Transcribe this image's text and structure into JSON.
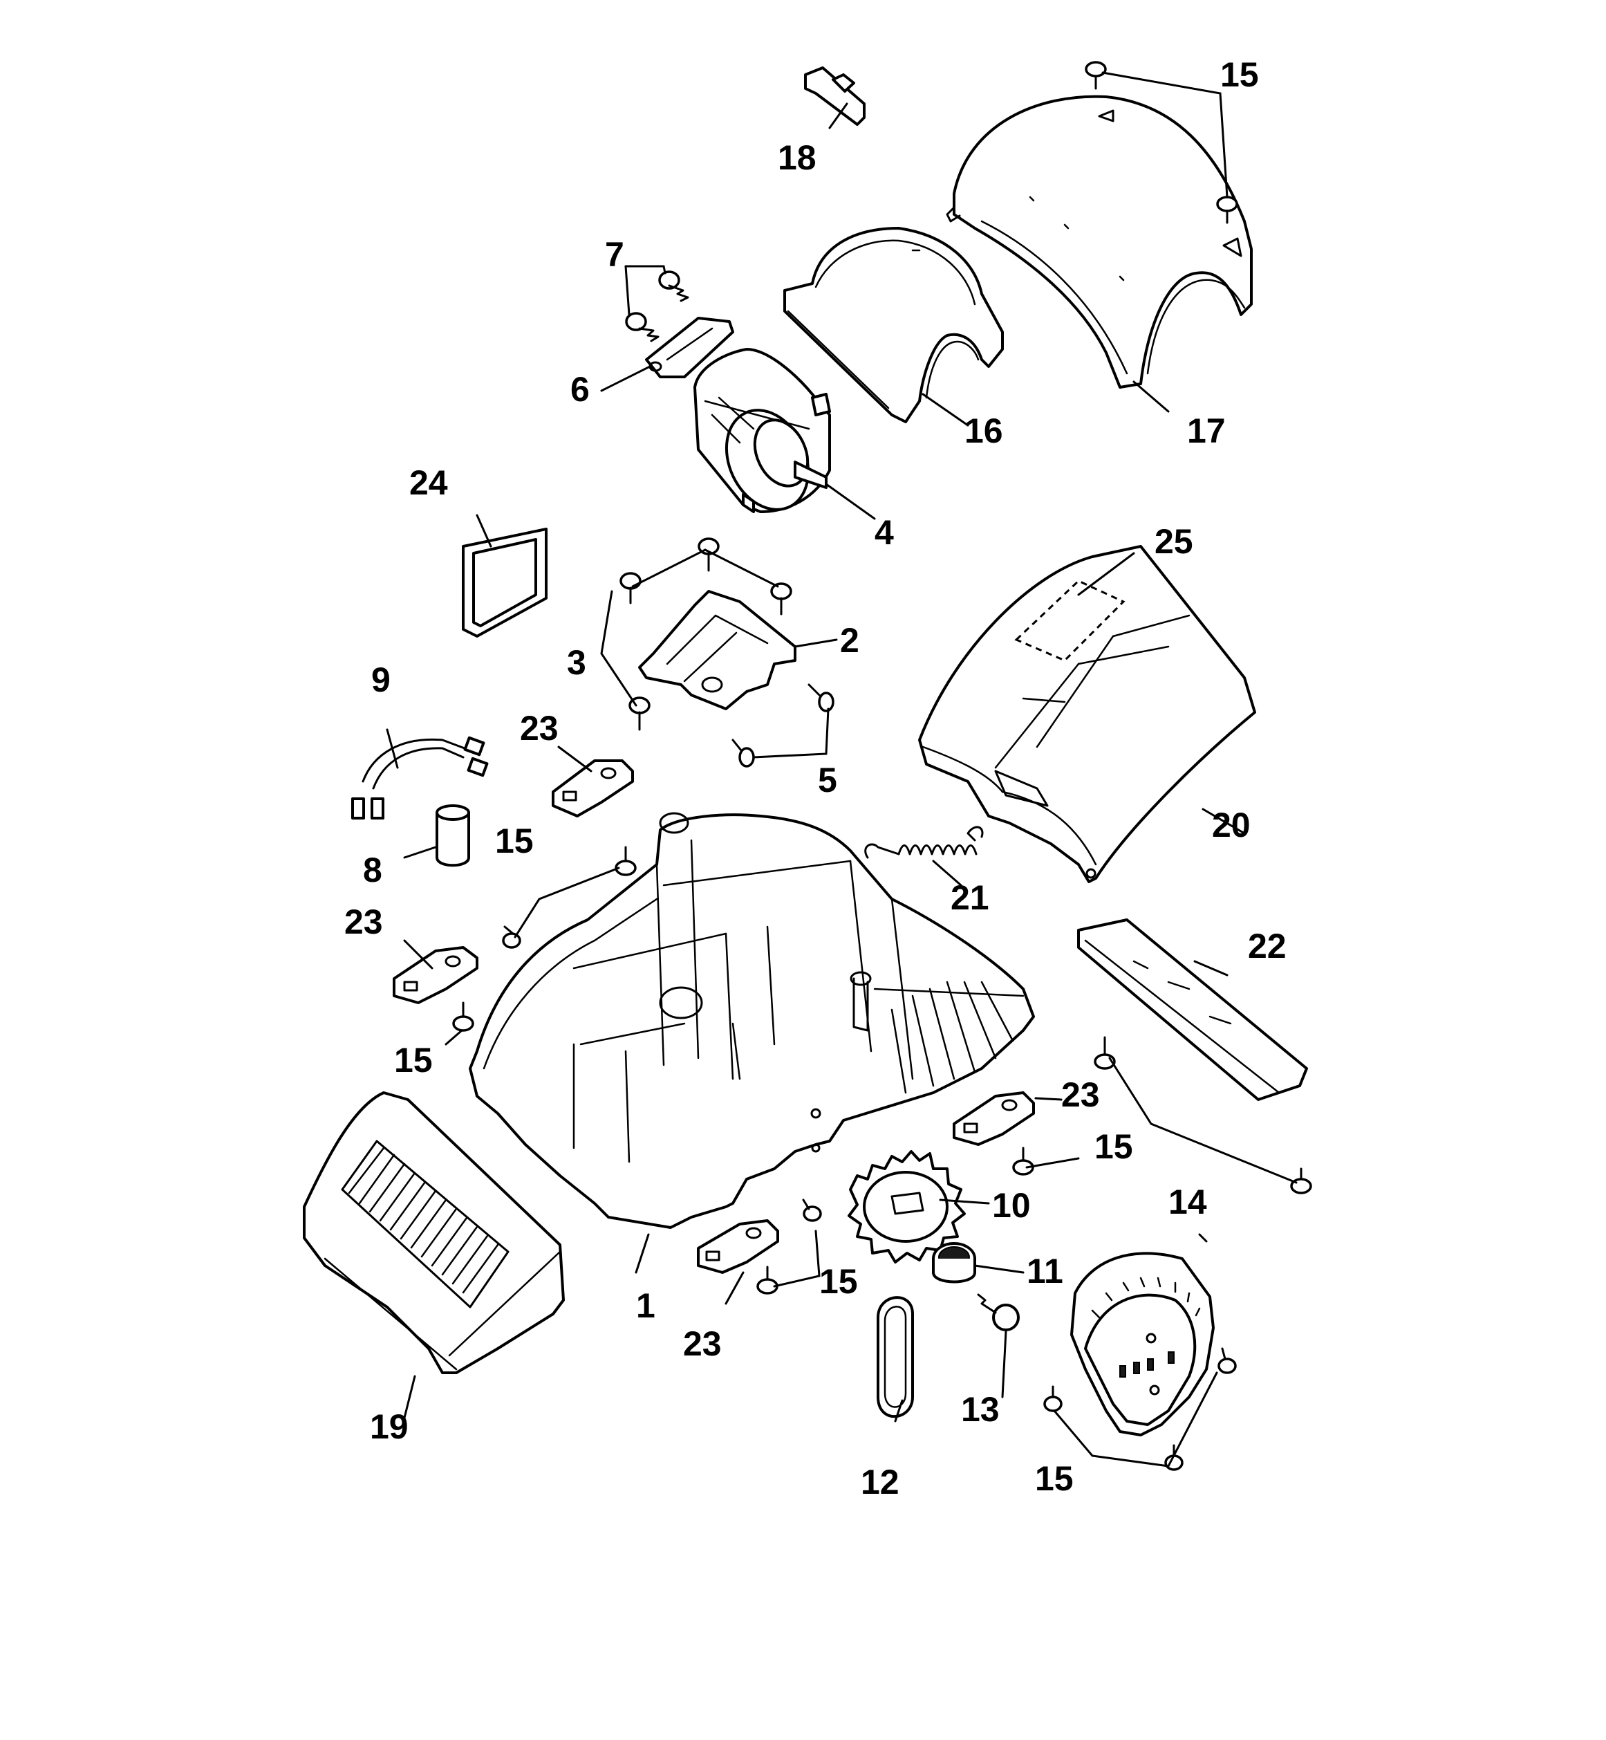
{
  "diagram": {
    "type": "exploded-parts-diagram",
    "callouts": [
      {
        "id": "c1",
        "label": "1"
      },
      {
        "id": "c2",
        "label": "2"
      },
      {
        "id": "c3",
        "label": "3"
      },
      {
        "id": "c4",
        "label": "4"
      },
      {
        "id": "c5",
        "label": "5"
      },
      {
        "id": "c6",
        "label": "6"
      },
      {
        "id": "c7",
        "label": "7"
      },
      {
        "id": "c8",
        "label": "8"
      },
      {
        "id": "c9",
        "label": "9"
      },
      {
        "id": "c10",
        "label": "10"
      },
      {
        "id": "c11",
        "label": "11"
      },
      {
        "id": "c12",
        "label": "12"
      },
      {
        "id": "c13",
        "label": "13"
      },
      {
        "id": "c14",
        "label": "14"
      },
      {
        "id": "c15a",
        "label": "15"
      },
      {
        "id": "c15b",
        "label": "15"
      },
      {
        "id": "c15c",
        "label": "15"
      },
      {
        "id": "c15d",
        "label": "15"
      },
      {
        "id": "c15e",
        "label": "15"
      },
      {
        "id": "c15f",
        "label": "15"
      },
      {
        "id": "c16",
        "label": "16"
      },
      {
        "id": "c17",
        "label": "17"
      },
      {
        "id": "c18",
        "label": "18"
      },
      {
        "id": "c19",
        "label": "19"
      },
      {
        "id": "c20",
        "label": "20"
      },
      {
        "id": "c21",
        "label": "21"
      },
      {
        "id": "c22",
        "label": "22"
      },
      {
        "id": "c23a",
        "label": "23"
      },
      {
        "id": "c23b",
        "label": "23"
      },
      {
        "id": "c23c",
        "label": "23"
      },
      {
        "id": "c23d",
        "label": "23"
      },
      {
        "id": "c24",
        "label": "24"
      },
      {
        "id": "c25",
        "label": "25"
      }
    ]
  }
}
